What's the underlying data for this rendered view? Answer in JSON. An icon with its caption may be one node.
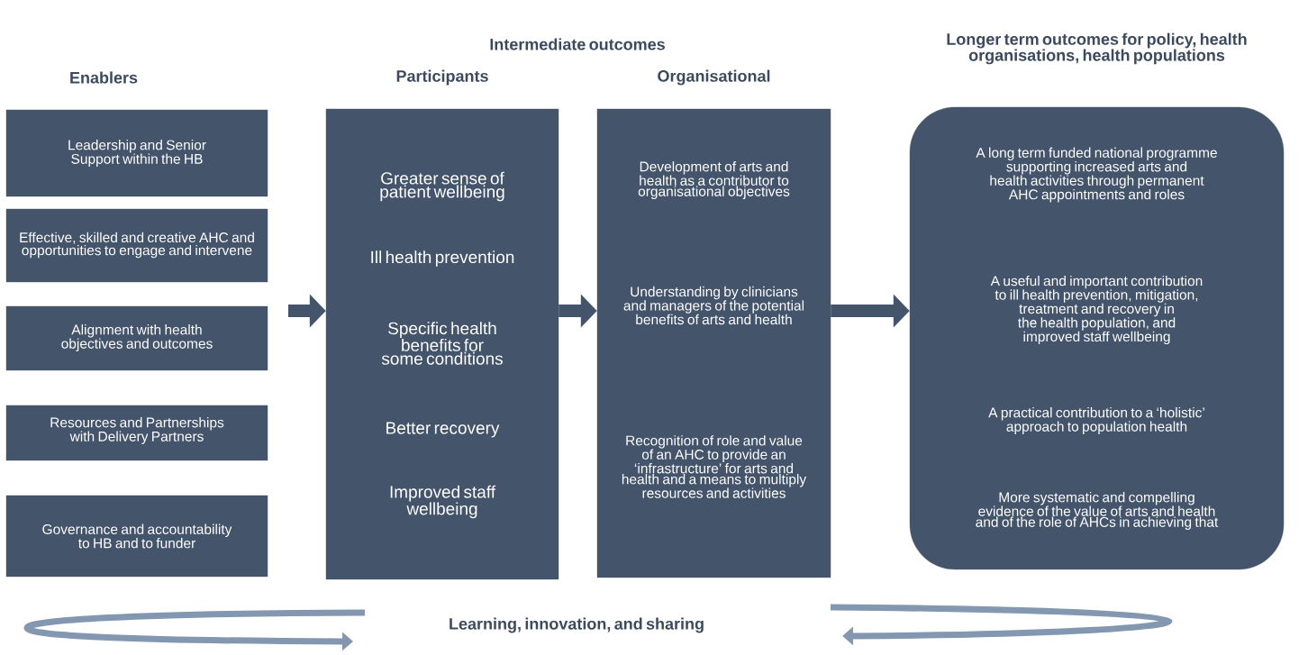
{
  "diagram": {
    "nodes": [
      {
        "text": [
          "Leadership and Senior Support within the HB"
        ]
      },
      {
        "text": [
          "Effective, skilled and creative AHC and opportunities to engage and intervene"
        ]
      },
      {
        "text": [
          "Alignment with health objectives and outcomes"
        ]
      },
      {
        "text": [
          "Resources and Partnerships with Delivery Partners"
        ]
      },
      {
        "text": [
          "Governance and accountability to HB and to funder"
        ]
      },
      {
        "text": [
          "Participants",
          "Greater sense of patient wellbeing",
          "Ill health prevention",
          "Specific health benefits for some conditions",
          "Better recovery",
          "Improved staff wellbeing"
        ]
      },
      {
        "text": [
          "Organisational",
          "Development of arts and health as a contributor to organisational objectives",
          "Understanding by clinicians and managers of the potential benefits of arts and health",
          "Recognition of role and value of an AHC to provide an ‘infrastructure’ for arts and health and a means to multiply resources and activities"
        ]
      },
      {
        "text": [
          "Longer term outcomes for policy, health organisations, health populations",
          "A long term funded national programme supporting increased arts and health activities through permanent AHC appointments and roles",
          "A useful and important contribution to ill health prevention, mitigation, treatment and recovery in the health population, and improved staff wellbeing",
          "A practical contribution to a ‘holistic’ approach to population health",
          "More systematic and compelling evidence of the value of arts and health and of the role of AHCs in achieving that"
        ]
      }
    ],
    "edges": [
      {
        "from": null,
        "to": 5,
        "arrow": "to"
      },
      {
        "from": 5,
        "to": 6,
        "arrow": "to"
      },
      {
        "from": 6,
        "to": 7,
        "arrow": "to"
      }
    ],
    "labels": [
      "Intermediate outcomes",
      "Enablers",
      "Learning, innovation, and sharing"
    ]
  }
}
